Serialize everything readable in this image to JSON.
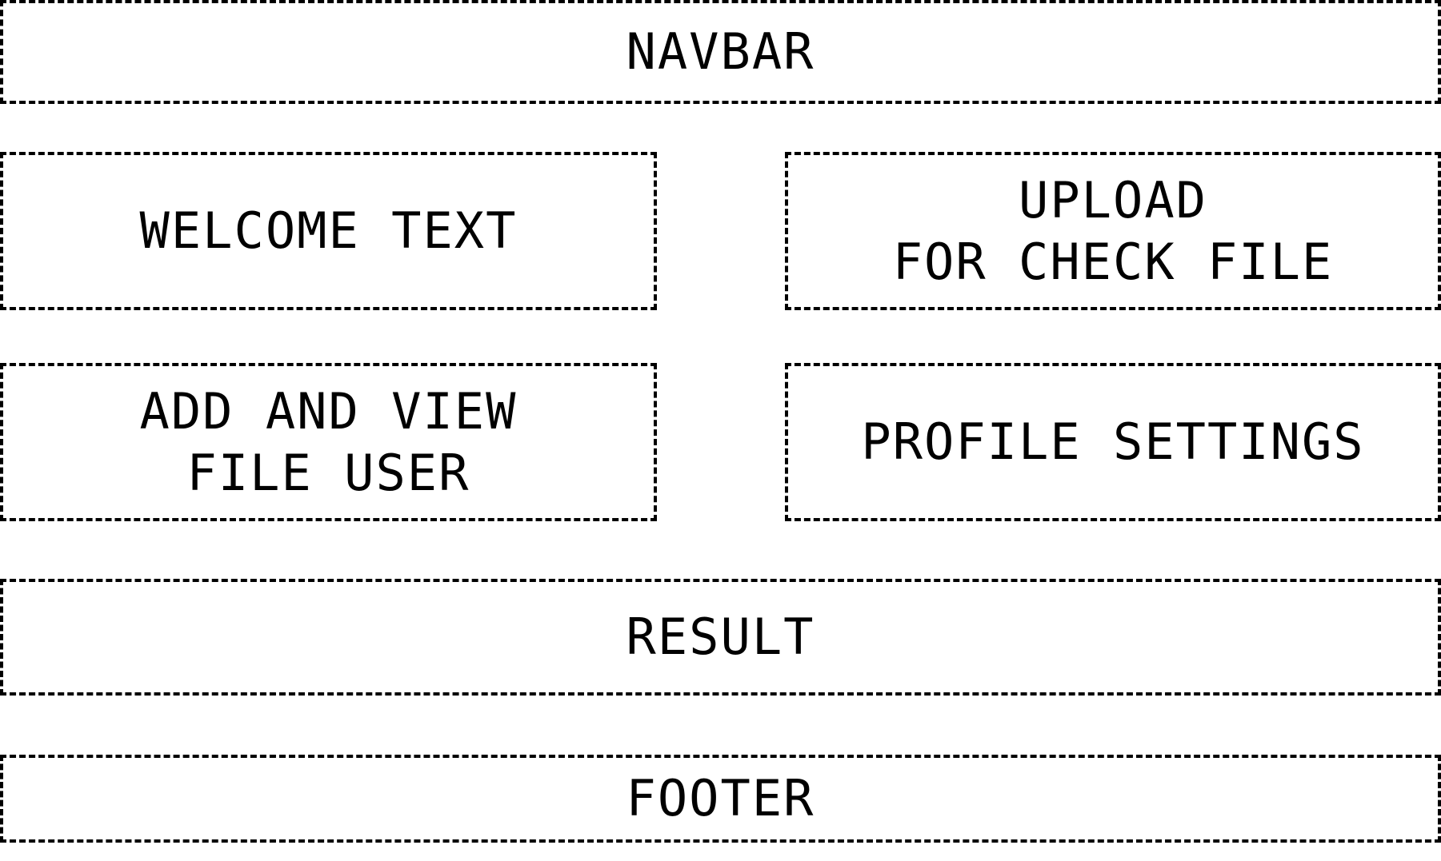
{
  "navbar": {
    "label": "NAVBAR"
  },
  "welcome": {
    "label": "WELCOME TEXT"
  },
  "upload": {
    "line1": "UPLOAD",
    "line2": "FOR CHECK FILE"
  },
  "add_view": {
    "line1": "ADD AND VIEW",
    "line2": "FILE USER"
  },
  "profile": {
    "label": "PROFILE SETTINGS"
  },
  "result": {
    "label": "RESULT"
  },
  "footer": {
    "label": "FOOTER"
  },
  "style": {
    "border_color": "#000000",
    "background": "#ffffff",
    "text_color": "#000000"
  }
}
